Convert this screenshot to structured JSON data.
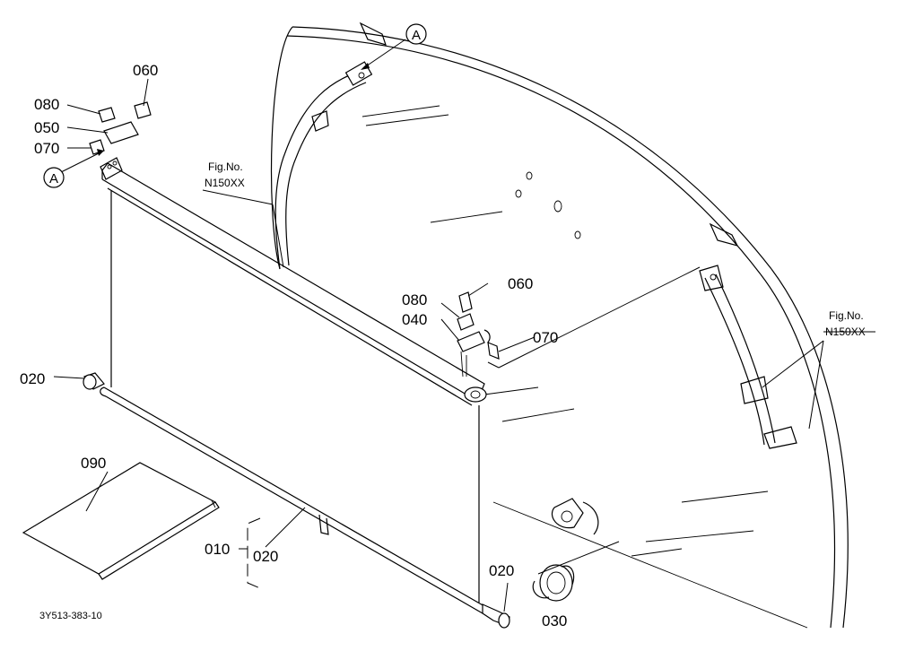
{
  "diagram_code": "3Y513-383-10",
  "callouts": {
    "p010": "010",
    "p020_rod": "020",
    "p020_left": "020",
    "p020_right": "020",
    "p030": "030",
    "p040": "040",
    "p050": "050",
    "p060_left": "060",
    "p060_right": "060",
    "p070_left": "070",
    "p070_right": "070",
    "p080_left": "080",
    "p080_right": "080",
    "p090": "090"
  },
  "figure_refs": {
    "top_line1": "Fig.No.",
    "top_line2": "N150XX",
    "right_line1": "Fig.No.",
    "right_line2": "N150XX"
  },
  "markers": {
    "a_top": "A",
    "a_left": "A"
  }
}
